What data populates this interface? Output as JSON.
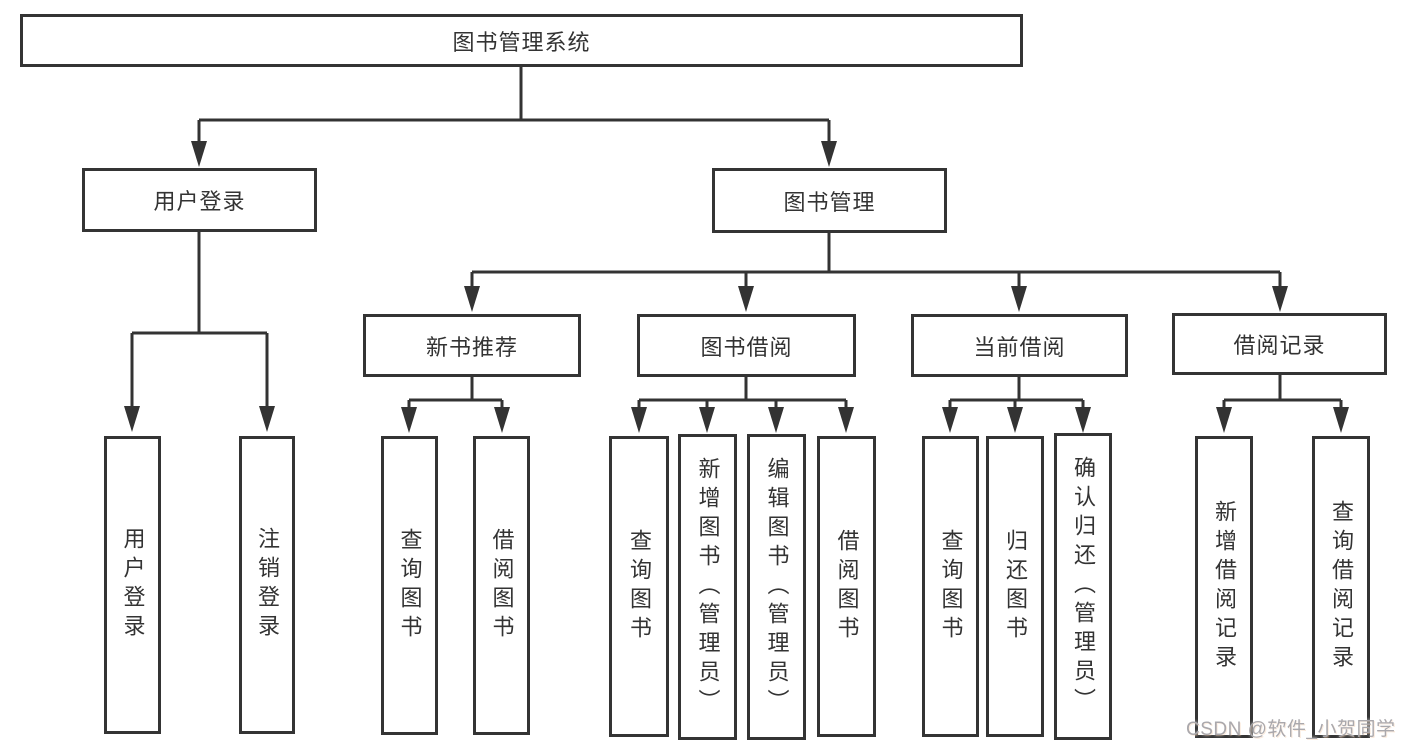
{
  "diagram": {
    "type": "hierarchy-tree",
    "root": {
      "label": "图书管理系统"
    },
    "level2": [
      {
        "label": "用户登录"
      },
      {
        "label": "图书管理"
      }
    ],
    "level3": [
      {
        "label": "新书推荐"
      },
      {
        "label": "图书借阅"
      },
      {
        "label": "当前借阅"
      },
      {
        "label": "借阅记录"
      }
    ],
    "leaves": {
      "user_login": [
        "用户登录",
        "注销登录"
      ],
      "new_books": [
        "查询图书",
        "借阅图书"
      ],
      "book_borrow": [
        "查询图书",
        "新增图书（管理员）",
        "编辑图书（管理员）",
        "借阅图书"
      ],
      "current_borrow": [
        "查询图书",
        "归还图书",
        "确认归还（管理员）"
      ],
      "borrow_records": [
        "新增借阅记录",
        "查询借阅记录"
      ]
    },
    "watermark": "CSDN @软件_小贺同学",
    "colors": {
      "line": "#333333",
      "box_border": "#343434",
      "text": "#333333",
      "background": "#ffffff",
      "watermark": "#aaa8ac"
    }
  }
}
